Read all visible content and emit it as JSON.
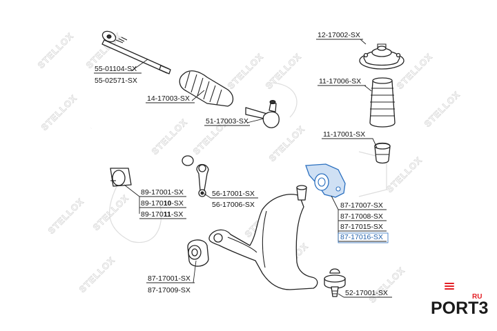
{
  "watermark": {
    "text": "STELLOX"
  },
  "labels": {
    "tie_rod_1": "55-01104-SX",
    "tie_rod_2": "55-02571-SX",
    "boot": "14-17003-SX",
    "tie_rod_end": "51-17003-SX",
    "strut_mount": "12-17002-SX",
    "dust_boot": "11-17006-SX",
    "bump_stop": "11-17001-SX",
    "bushing_1": "89-17001-SX",
    "bushing_2_a": "89-170",
    "bushing_2_b": "10",
    "bushing_2_c": "-SX",
    "bushing_3_a": "89-170",
    "bushing_3_b": "11",
    "bushing_3_c": "-SX",
    "link_1": "56-17001-SX",
    "link_2": "56-17006-SX",
    "arm_bush_1": "87-17007-SX",
    "arm_bush_2": "87-17008-SX",
    "arm_bush_3": "87-17015-SX",
    "arm_bush_4": "87-17016-SX",
    "front_bush_1": "87-17001-SX",
    "front_bush_2": "87-17009-SX",
    "ball_joint": "52-17001-SX"
  },
  "logo": {
    "text": "PORT3",
    "suffix": "RU"
  },
  "colors": {
    "highlight": "#1f5faa",
    "logo_red": "#e31e24",
    "line": "#222222"
  }
}
